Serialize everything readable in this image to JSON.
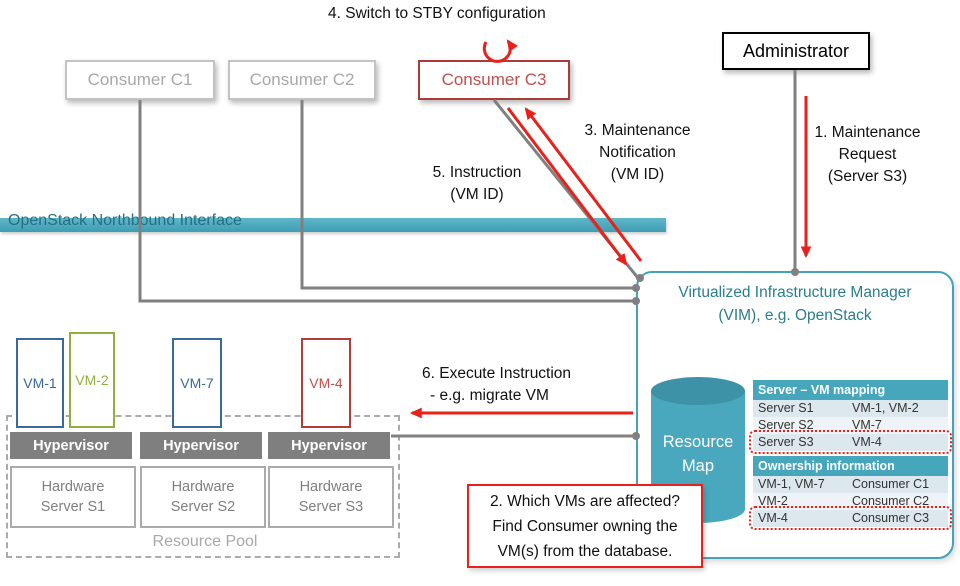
{
  "steps": {
    "s1": [
      "1. Maintenance",
      "Request",
      "(Server S3)"
    ],
    "s2": [
      "2. Which VMs are affected?",
      "Find Consumer owning the",
      "VM(s) from the database."
    ],
    "s3": [
      "3. Maintenance",
      "Notification",
      "(VM ID)"
    ],
    "s4": "4. Switch to STBY configuration",
    "s5": [
      "5. Instruction",
      "(VM ID)"
    ],
    "s6": [
      "6. Execute Instruction",
      "- e.g. migrate VM"
    ]
  },
  "consumers": [
    {
      "label": "Consumer C1"
    },
    {
      "label": "Consumer C2"
    },
    {
      "label": "Consumer C3"
    }
  ],
  "administrator": {
    "label": "Administrator"
  },
  "northbound": {
    "label": "OpenStack Northbound Interface"
  },
  "vim": {
    "title": [
      "Virtualized Infrastructure Manager",
      "(VIM), e.g. OpenStack"
    ],
    "resource_map": [
      "Resource",
      "Map"
    ],
    "mapping_table": {
      "header": "Server – VM mapping",
      "rows": [
        {
          "server": "Server S1",
          "vms": "VM-1, VM-2"
        },
        {
          "server": "Server S2",
          "vms": "VM-7"
        },
        {
          "server": "Server S3",
          "vms": "VM-4",
          "highlighted": true
        }
      ]
    },
    "ownership_table": {
      "header": "Ownership information",
      "rows": [
        {
          "vms": "VM-1, VM-7",
          "consumer": "Consumer C1"
        },
        {
          "vms": "VM-2",
          "consumer": "Consumer C2"
        },
        {
          "vms": "VM-4",
          "consumer": "Consumer C3",
          "highlighted": true
        }
      ]
    }
  },
  "resource_pool": {
    "label": "Resource Pool",
    "vms": [
      {
        "label": "VM-1",
        "color": "blue"
      },
      {
        "label": "VM-2",
        "color": "green"
      },
      {
        "label": "VM-7",
        "color": "blue"
      },
      {
        "label": "VM-4",
        "color": "red"
      }
    ],
    "hypervisor_label": "Hypervisor",
    "servers": [
      [
        "Hardware",
        "Server S1"
      ],
      [
        "Hardware",
        "Server S2"
      ],
      [
        "Hardware",
        "Server S3"
      ]
    ]
  },
  "colors": {
    "teal": "#45A6BC",
    "teal_text": "#2B7D90",
    "arrow_red": "#E8211A",
    "consumer3_red": "#C0504D",
    "vm_blue": "#39699F",
    "vm_green": "#8EB03C",
    "gray": "#808080"
  }
}
